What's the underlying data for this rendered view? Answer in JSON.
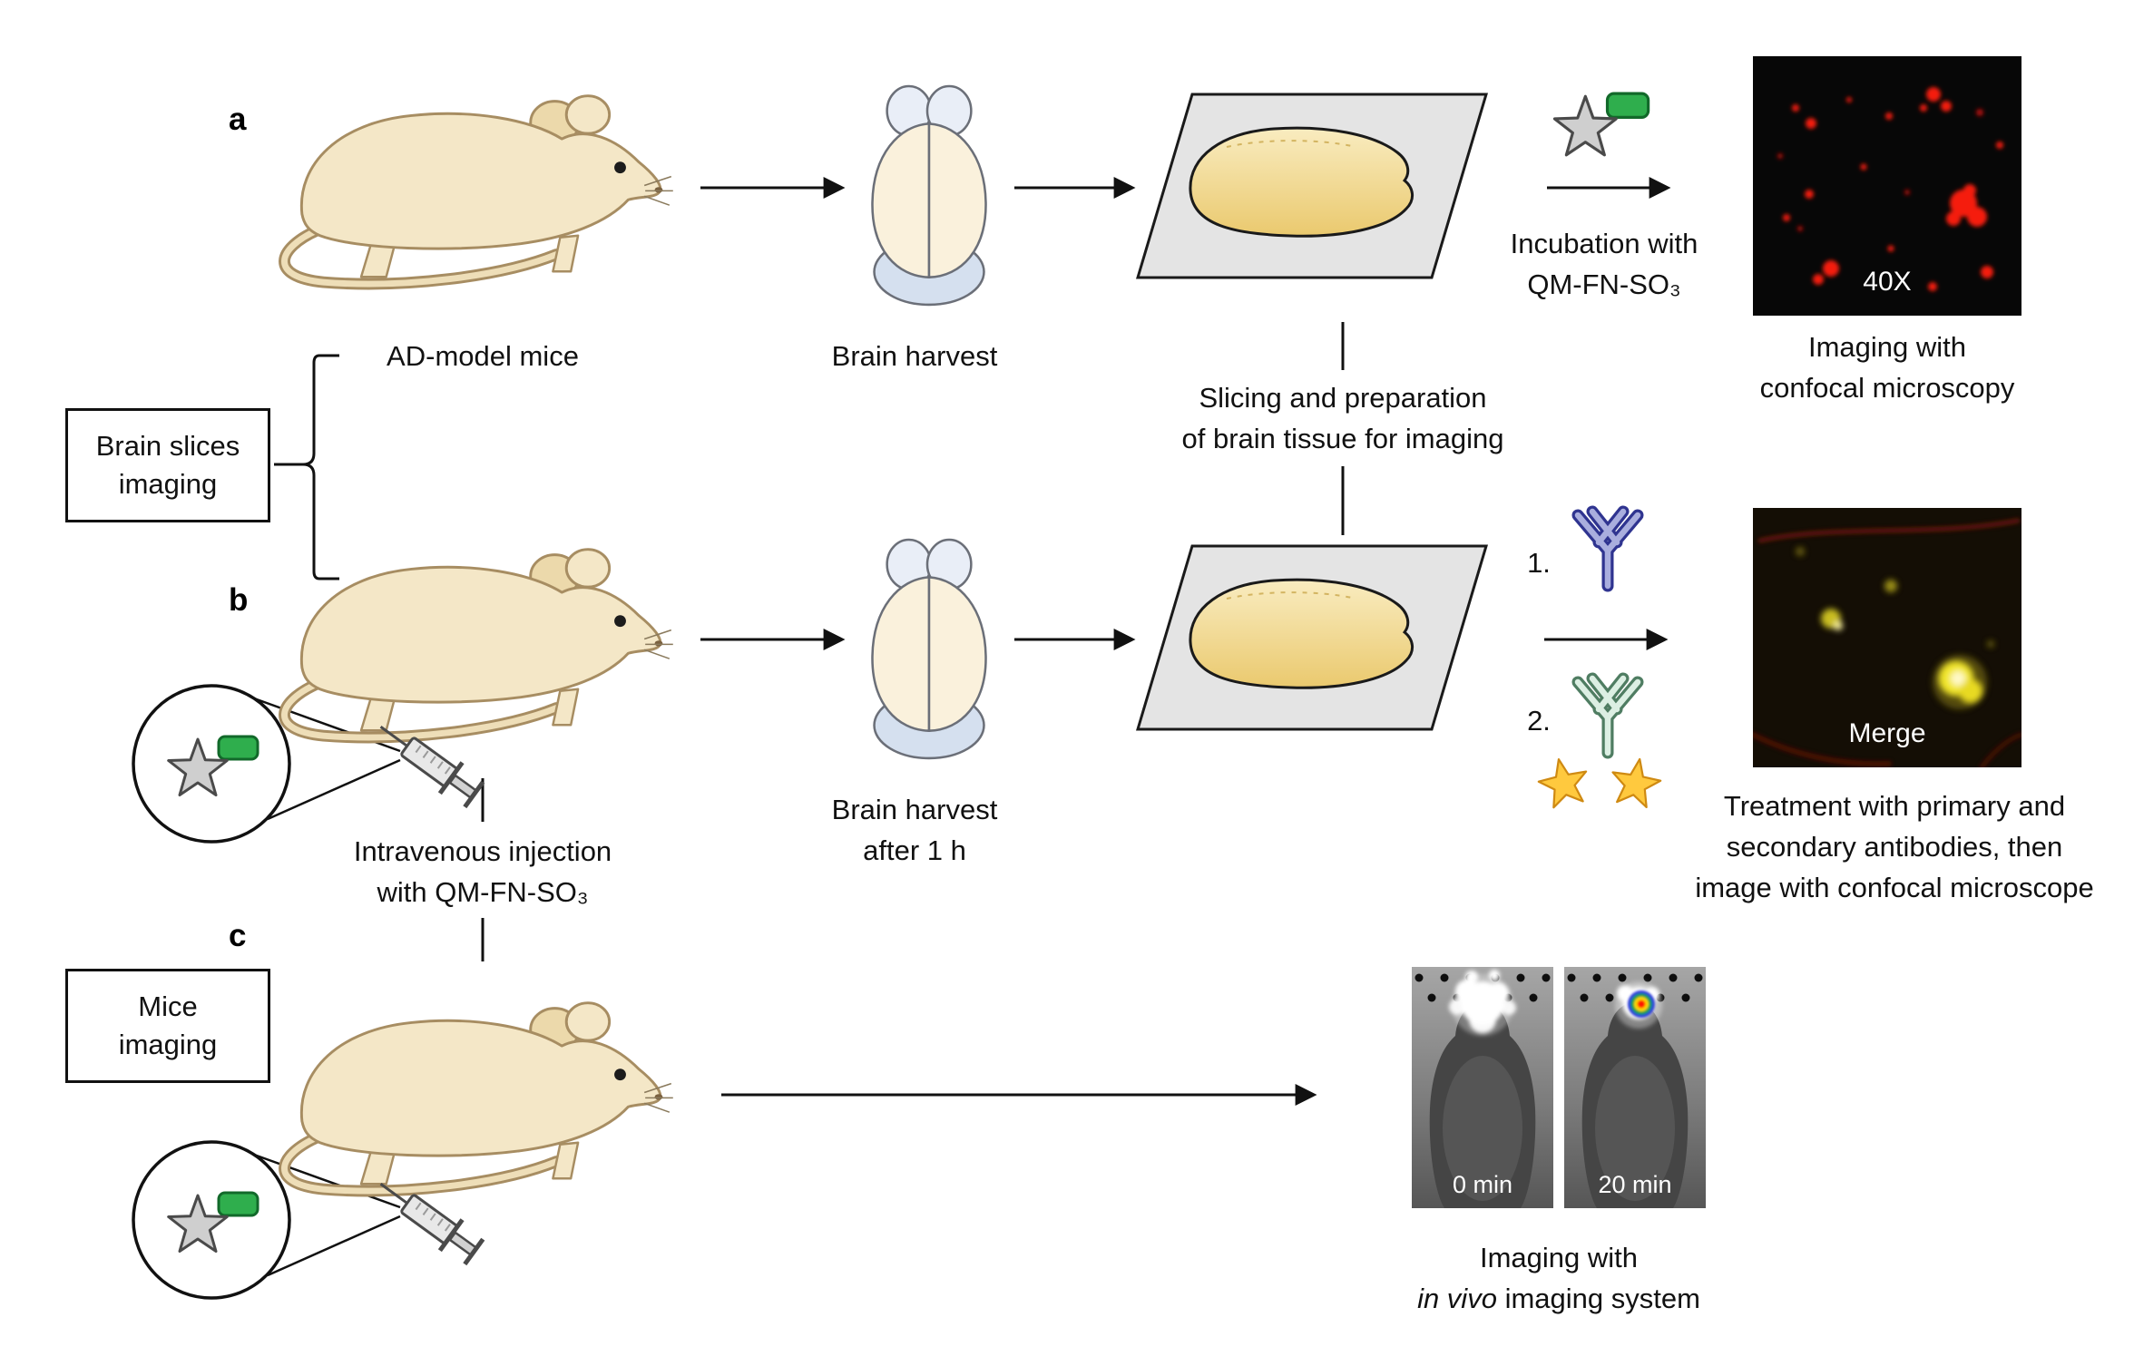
{
  "colors": {
    "ink": "#111111",
    "mouse_body": "#f4e7c7",
    "mouse_outline": "#a78d62",
    "brain_cream": "#faf1dc",
    "brain_blue": "#d5e0ef",
    "slide_gray": "#e4e4e4",
    "slice_gold": "#eac96e",
    "probe_star_gray": "#cfcfcf",
    "probe_tag_green": "#2fae4d",
    "primary_antibody_blue": "#2f3490",
    "secondary_antibody_green": "#4f7d62",
    "fluorophore_yellow": "#ffc93e",
    "confocal_signal_red": "#f51c10",
    "merge_signal_yellow": "#f2e62c"
  },
  "icons": {
    "probe-icon": "gray star with green tag (QM-FN-SO₃ probe)",
    "syringe-icon": "injection syringe",
    "magnifier-circle": "zoom call-out circle showing probe",
    "primary-antibody-icon": "blue Y-shaped antibody",
    "secondary-antibody-icon": "green Y-shaped antibody",
    "fluorophore-star-icon": "yellow star fluorophore",
    "mouse-illustration": "laboratory mouse (side view)",
    "brain-illustration": "mouse brain (dorsal view)",
    "brain-slice-slide-illustration": "brain slice on tilted glass slide",
    "arrow": "black rightward arrow"
  },
  "panel_a": {
    "letter": "a",
    "mouse_caption": "AD-model mice",
    "brain_caption": "Brain harvest",
    "incubation_line1": "Incubation with",
    "incubation_line2": "QM-FN-SO₃",
    "magnification": "40X",
    "caption_line1": "Imaging with",
    "caption_line2": "confocal microscopy"
  },
  "shared": {
    "slicing_line1": "Slicing and preparation",
    "slicing_line2": "of brain tissue for imaging",
    "brain_slices_box_line1": "Brain slices",
    "brain_slices_box_line2": "imaging",
    "injection_line1": "Intravenous injection",
    "injection_line2": "with QM-FN-SO₃"
  },
  "panel_b": {
    "letter": "b",
    "brain_caption_line1": "Brain harvest",
    "brain_caption_line2": "after 1 h",
    "step1": "1.",
    "step2": "2.",
    "merge_label": "Merge",
    "caption_line1": "Treatment with primary and",
    "caption_line2": "secondary antibodies, then",
    "caption_line3": "image with confocal microscope"
  },
  "panel_c": {
    "letter": "c",
    "box_line1": "Mice",
    "box_line2": "imaging",
    "time_left": "0 min",
    "time_right": "20 min",
    "caption_line1": "Imaging with",
    "caption_italic": "in vivo",
    "caption_line2_rest": "imaging system"
  }
}
